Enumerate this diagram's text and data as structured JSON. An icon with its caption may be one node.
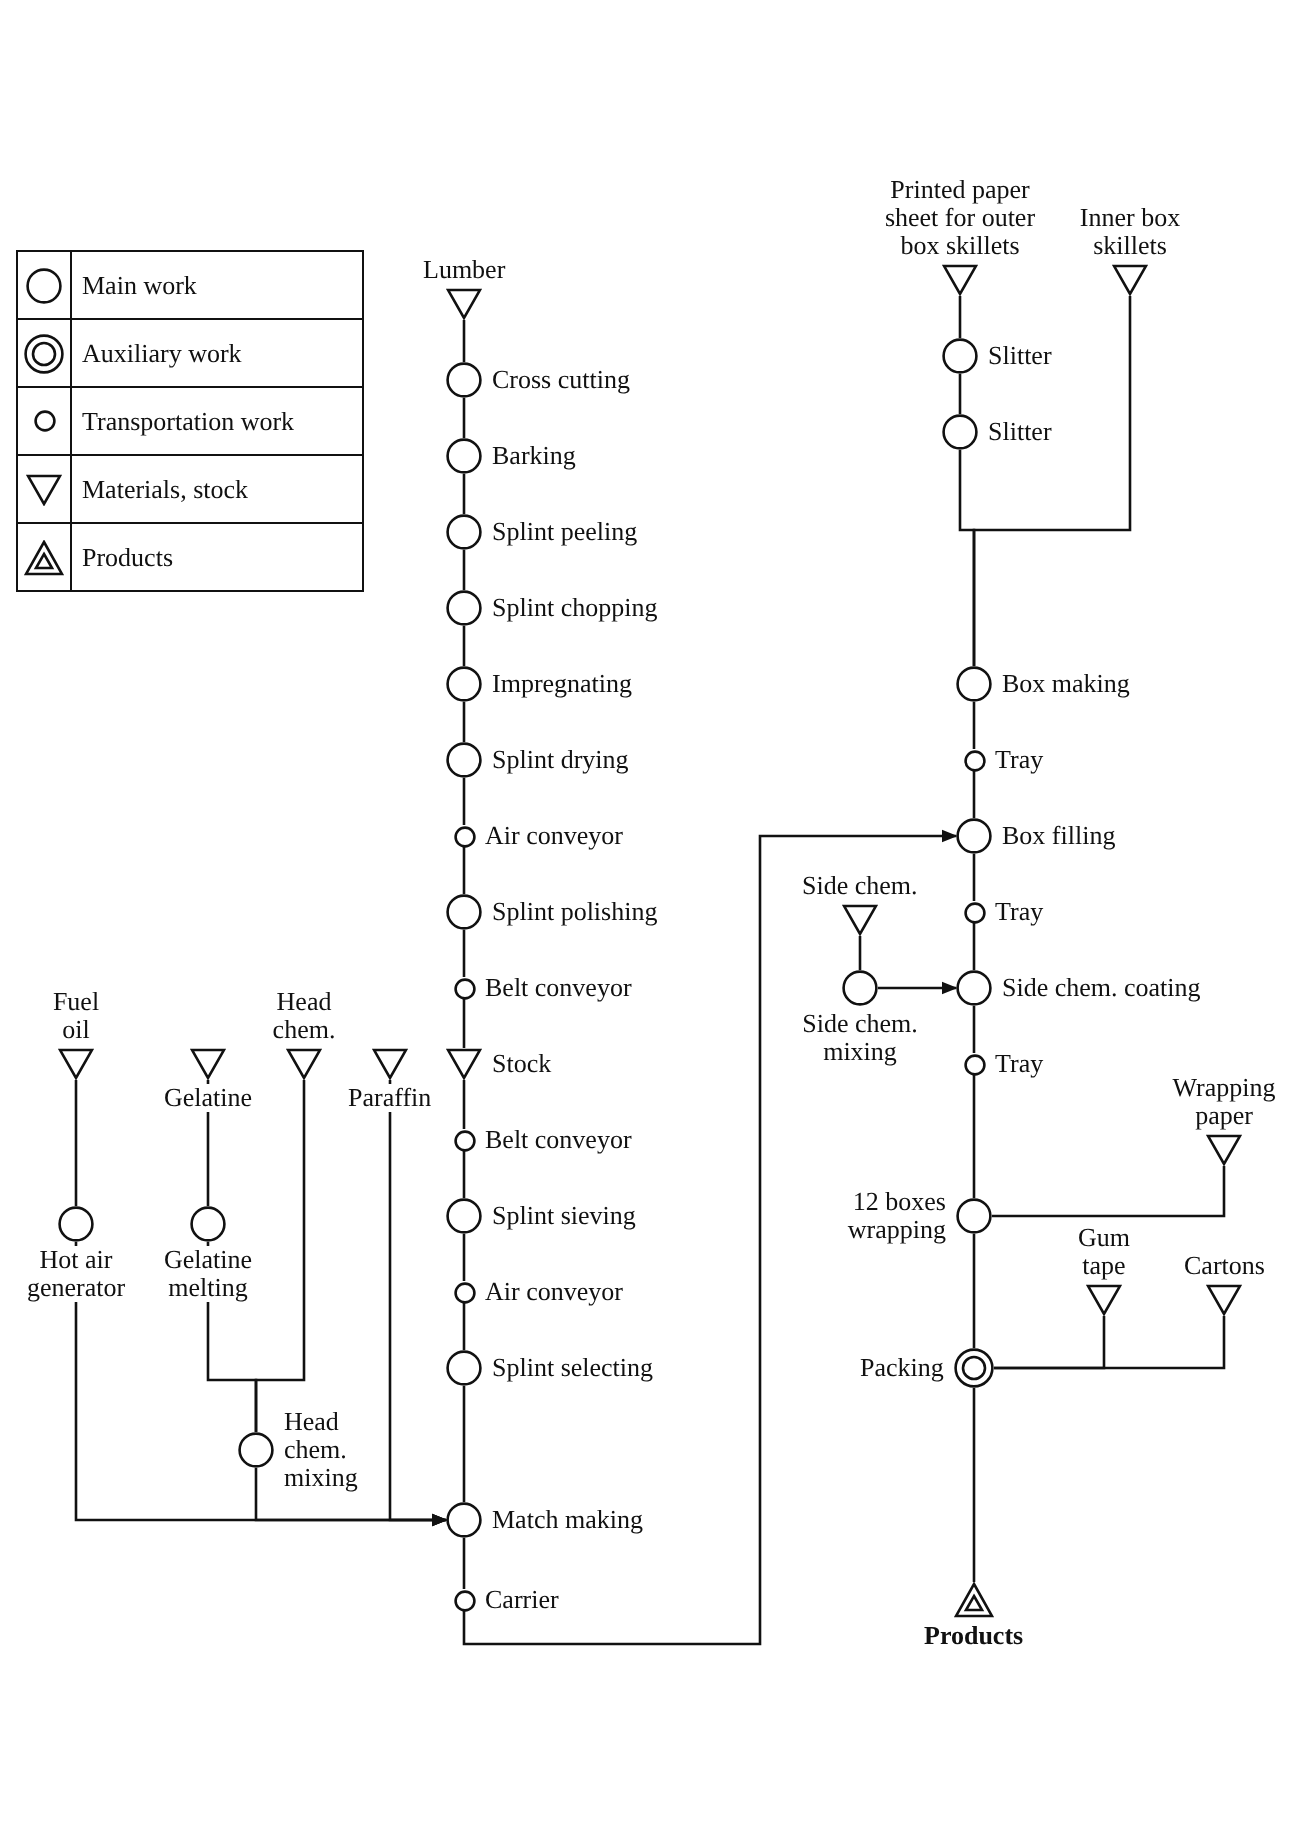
{
  "diagram": {
    "nodes": [
      {
        "text": [
          "Lumber"
        ]
      },
      {
        "text": [
          "Cross cutting"
        ]
      },
      {
        "text": [
          "Barking"
        ]
      },
      {
        "text": [
          "Splint peeling"
        ]
      },
      {
        "text": [
          "Splint chopping"
        ]
      },
      {
        "text": [
          "Impregnating"
        ]
      },
      {
        "text": [
          "Splint drying"
        ]
      },
      {
        "text": [
          "Air conveyor"
        ]
      },
      {
        "text": [
          "Splint polishing"
        ]
      },
      {
        "text": [
          "Belt conveyor"
        ]
      },
      {
        "text": [
          "Stock"
        ]
      },
      {
        "text": [
          "Belt conveyor"
        ]
      },
      {
        "text": [
          "Splint sieving"
        ]
      },
      {
        "text": [
          "Air conveyor"
        ]
      },
      {
        "text": [
          "Splint selecting"
        ]
      },
      {
        "text": [
          "Match making"
        ]
      },
      {
        "text": [
          "Carrier"
        ]
      },
      {
        "text": [
          "Fuel oil"
        ]
      },
      {
        "text": [
          "Hot air generator"
        ]
      },
      {
        "text": [
          "Gelatine"
        ]
      },
      {
        "text": [
          "Gelatine melting"
        ]
      },
      {
        "text": [
          "Head chem."
        ]
      },
      {
        "text": [
          "Head chem. mixing"
        ]
      },
      {
        "text": [
          "Paraffin"
        ]
      },
      {
        "text": [
          "Printed paper sheet for outer box skillets"
        ]
      },
      {
        "text": [
          "Slitter"
        ]
      },
      {
        "text": [
          "Slitter"
        ]
      },
      {
        "text": [
          "Inner box skillets"
        ]
      },
      {
        "text": [
          "Box making"
        ]
      },
      {
        "text": [
          "Tray"
        ]
      },
      {
        "text": [
          "Box filling"
        ]
      },
      {
        "text": [
          "Side chem."
        ]
      },
      {
        "text": [
          "Side chem. mixing"
        ]
      },
      {
        "text": [
          "Tray"
        ]
      },
      {
        "text": [
          "Side chem. coating"
        ]
      },
      {
        "text": [
          "Tray"
        ]
      },
      {
        "text": [
          "Wrapping paper"
        ]
      },
      {
        "text": [
          "12 boxes wrapping"
        ]
      },
      {
        "text": [
          "Gum tape"
        ]
      },
      {
        "text": [
          "Cartons"
        ]
      },
      {
        "text": [
          "Packing"
        ]
      },
      {
        "text": [
          "Products"
        ]
      }
    ],
    "edges": [
      {
        "from": 0,
        "to": 1,
        "arrow": "none"
      },
      {
        "from": 1,
        "to": 2,
        "arrow": "none"
      },
      {
        "from": 2,
        "to": 3,
        "arrow": "none"
      },
      {
        "from": 3,
        "to": 4,
        "arrow": "none"
      },
      {
        "from": 4,
        "to": 5,
        "arrow": "none"
      },
      {
        "from": 5,
        "to": 6,
        "arrow": "none"
      },
      {
        "from": 6,
        "to": 7,
        "arrow": "none"
      },
      {
        "from": 7,
        "to": 8,
        "arrow": "none"
      },
      {
        "from": 8,
        "to": 9,
        "arrow": "none"
      },
      {
        "from": 9,
        "to": 10,
        "arrow": "none"
      },
      {
        "from": 10,
        "to": 11,
        "arrow": "none"
      },
      {
        "from": 11,
        "to": 12,
        "arrow": "none"
      },
      {
        "from": 12,
        "to": 13,
        "arrow": "none"
      },
      {
        "from": 13,
        "to": 14,
        "arrow": "none"
      },
      {
        "from": 14,
        "to": 15,
        "arrow": "none"
      },
      {
        "from": 15,
        "to": 16,
        "arrow": "none"
      },
      {
        "from": 16,
        "to": 30,
        "arrow": "to"
      },
      {
        "from": 17,
        "to": 18,
        "arrow": "none"
      },
      {
        "from": 18,
        "to": 15,
        "arrow": "to"
      },
      {
        "from": 19,
        "to": 20,
        "arrow": "none"
      },
      {
        "from": 20,
        "to": 22,
        "arrow": "none"
      },
      {
        "from": 21,
        "to": 22,
        "arrow": "none"
      },
      {
        "from": 22,
        "to": 15,
        "arrow": "to"
      },
      {
        "from": 23,
        "to": 15,
        "arrow": "to"
      },
      {
        "from": 24,
        "to": 25,
        "arrow": "none"
      },
      {
        "from": 25,
        "to": 26,
        "arrow": "none"
      },
      {
        "from": 26,
        "to": 28,
        "arrow": "none"
      },
      {
        "from": 27,
        "to": 28,
        "arrow": "none"
      },
      {
        "from": 28,
        "to": 29,
        "arrow": "none"
      },
      {
        "from": 29,
        "to": 30,
        "arrow": "none"
      },
      {
        "from": 30,
        "to": 33,
        "arrow": "none"
      },
      {
        "from": 31,
        "to": 32,
        "arrow": "none"
      },
      {
        "from": 32,
        "to": 34,
        "arrow": "to"
      },
      {
        "from": 33,
        "to": 34,
        "arrow": "none"
      },
      {
        "from": 34,
        "to": 35,
        "arrow": "none"
      },
      {
        "from": 35,
        "to": 37,
        "arrow": "none"
      },
      {
        "from": 36,
        "to": 37,
        "arrow": "none"
      },
      {
        "from": 37,
        "to": 40,
        "arrow": "none"
      },
      {
        "from": 38,
        "to": 40,
        "arrow": "none"
      },
      {
        "from": 39,
        "to": 40,
        "arrow": "none"
      },
      {
        "from": 40,
        "to": 41,
        "arrow": "none"
      }
    ],
    "legend": [
      {
        "text": "Main work"
      },
      {
        "text": "Auxiliary work"
      },
      {
        "text": "Transportation work"
      },
      {
        "text": "Materials, stock"
      },
      {
        "text": "Products"
      }
    ]
  }
}
